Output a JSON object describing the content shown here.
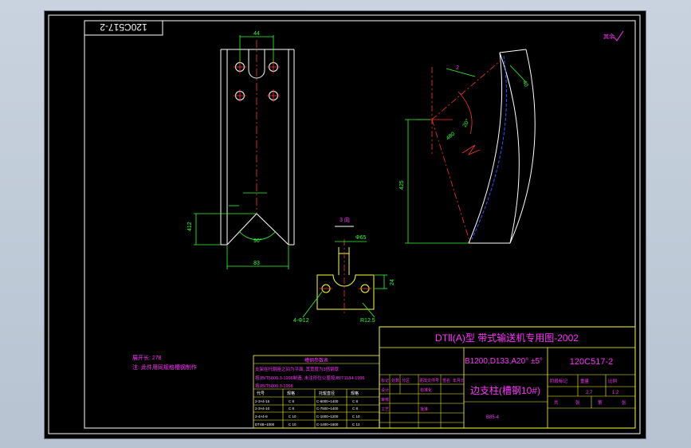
{
  "drawing": {
    "title_reversed": "120C517-2",
    "title_block": {
      "main_title": "DTⅡ(A)型  带式输送机专用图-2002",
      "spec": "B1200,D133,A20° ±5°",
      "drawing_no": "120C517-2",
      "part_name": "边支柱(槽钢10#)",
      "bottom_code": "B85-4",
      "cells": [
        "标记",
        "处数",
        "分区",
        "更改文件号",
        "签名",
        "年月日",
        "设计",
        "标准化",
        "审核",
        "工艺",
        "批准",
        "阶段标记",
        "重量",
        "比例",
        "共",
        "张",
        "第",
        "张"
      ],
      "weight": "2.7",
      "scale": "1:2"
    },
    "notes": {
      "line1": "展开长: 278",
      "line2": "注: 此件用同规格槽钢制作"
    },
    "table": {
      "title": "槽钢参数表",
      "header_note": "支架在托辊座之间为平面, 其宽度为3倍钢厚",
      "header_note2": "按JB/T5000.3-1998制造, 未注形位公差按JB/T1184-1996",
      "header_note3": "按JB/T5000.3-1998",
      "headers": [
        "代号",
        "规格",
        "托辊直径",
        "规格"
      ],
      "rows": [
        [
          "2-3×4-15",
          "C 8",
          "C-6000~1400",
          "C 8"
        ],
        [
          "2-3×4-10",
          "C 8",
          "C-7500~1400",
          "C 8"
        ],
        [
          "2-4×4-8",
          "C 10",
          "C-1000~1200",
          "C 10"
        ],
        [
          "DT4B~1000",
          "C 10",
          "C-1400~1600",
          "C 12"
        ]
      ]
    },
    "section_label": "3 向",
    "roughness": "其余",
    "dims": {
      "top_width": "44",
      "bottom_width": "83",
      "height_left": "412",
      "angle_90": "90°",
      "section_right": "24",
      "hole_dims": "4-Φ12",
      "r125": "R12.5",
      "phi65": "Φ65",
      "right_dim_425": "425",
      "right_dim_480": "480",
      "right_angle": "20°",
      "right_offset": "40",
      "right_label_2": "2"
    }
  }
}
